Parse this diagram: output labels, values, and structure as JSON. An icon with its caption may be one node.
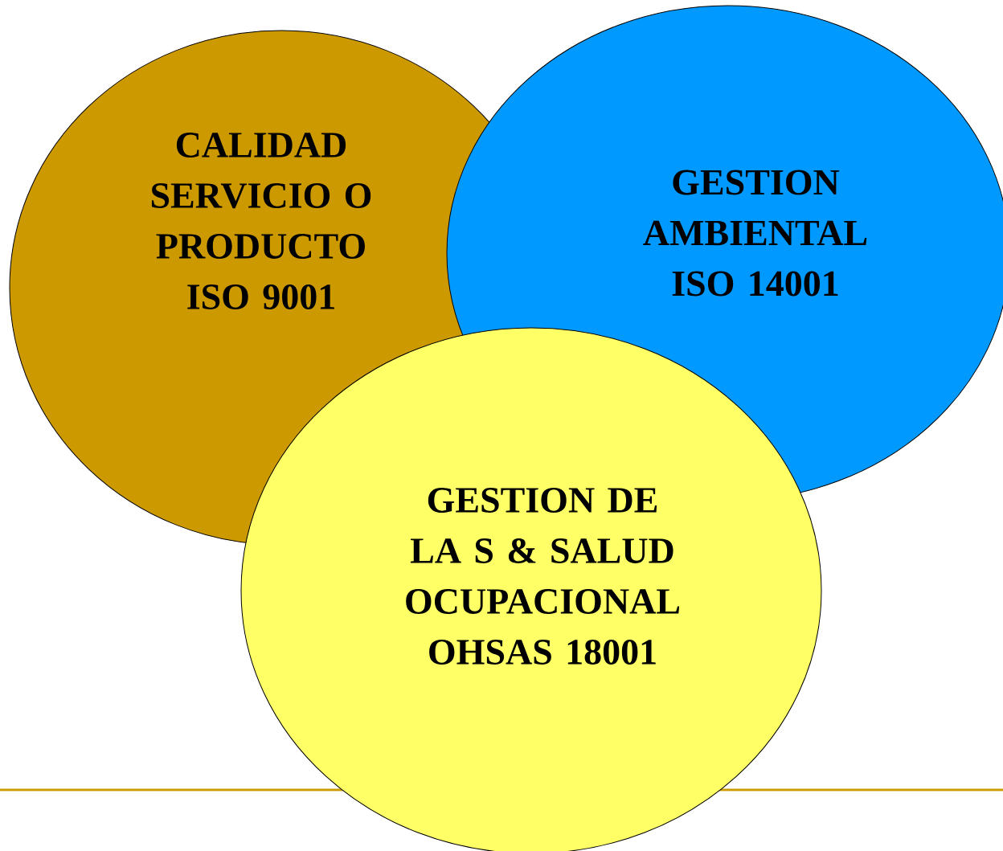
{
  "diagram": {
    "nodes": [
      {
        "text": [
          "CALIDAD SERVICIO O PRODUCTO ISO 9001"
        ]
      },
      {
        "text": [
          "GESTION AMBIENTAL ISO 14001"
        ]
      },
      {
        "text": [
          "GESTION DE LA S & SALUD OCUPACIONAL OHSAS 18001"
        ]
      }
    ]
  }
}
